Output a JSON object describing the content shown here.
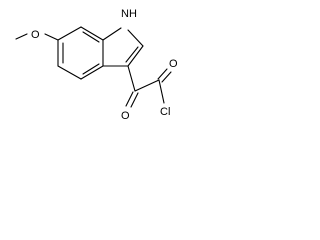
{
  "structure": {
    "atoms": {
      "nh": "H",
      "n": "N",
      "methoxy_o": "O",
      "ketone_o": "O",
      "acyl_o": "O",
      "cl": "Cl"
    }
  },
  "colors": {
    "background": "#ffffff",
    "bonds": "#000000",
    "labels": "#000000"
  }
}
